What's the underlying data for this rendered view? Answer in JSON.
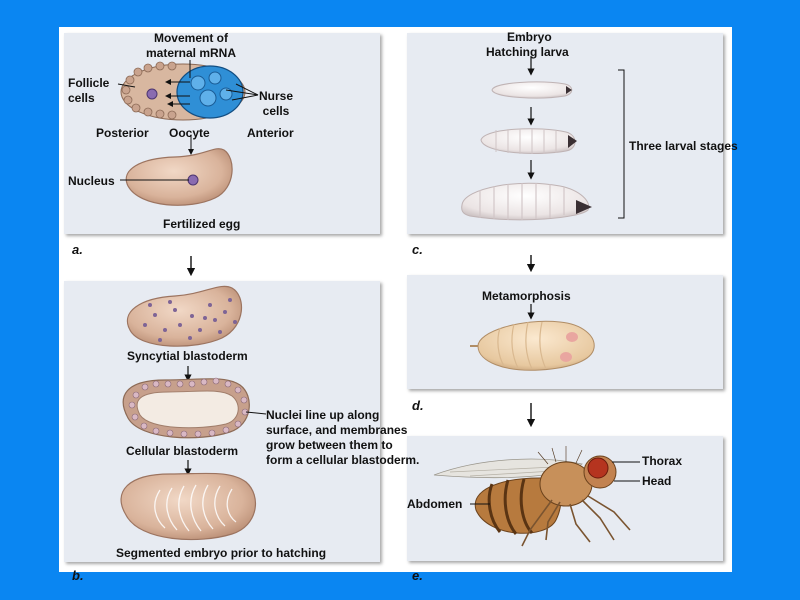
{
  "panel_a": {
    "tag": "a.",
    "movement_label": "Movement of\nmaternal mRNA",
    "follicle_label": "Follicle\ncells",
    "nurse_label": "Nurse\ncells",
    "posterior": "Posterior",
    "oocyte": "Oocyte",
    "anterior": "Anterior",
    "nucleus": "Nucleus",
    "fertilized_egg": "Fertilized egg"
  },
  "panel_b": {
    "tag": "b.",
    "syncytial": "Syncytial blastoderm",
    "cellular": "Cellular blastoderm",
    "nuclei_note": "Nuclei line up along\nsurface, and membranes\ngrow between them to\nform a cellular blastoderm.",
    "segmented": "Segmented embryo prior to hatching"
  },
  "panel_c": {
    "tag": "c.",
    "embryo": "Embryo",
    "hatching_larva": "Hatching larva",
    "three_larval_stages": "Three larval stages"
  },
  "panel_d": {
    "tag": "d.",
    "metamorphosis": "Metamorphosis"
  },
  "panel_e": {
    "tag": "e.",
    "thorax": "Thorax",
    "head": "Head",
    "abdomen": "Abdomen"
  },
  "colors": {
    "background": "#0a86f2",
    "panel": "#e7ebf2",
    "egg": "#d9b7a1",
    "nurse_cells": "#2f8fd6",
    "larva": "#f2eeee"
  }
}
